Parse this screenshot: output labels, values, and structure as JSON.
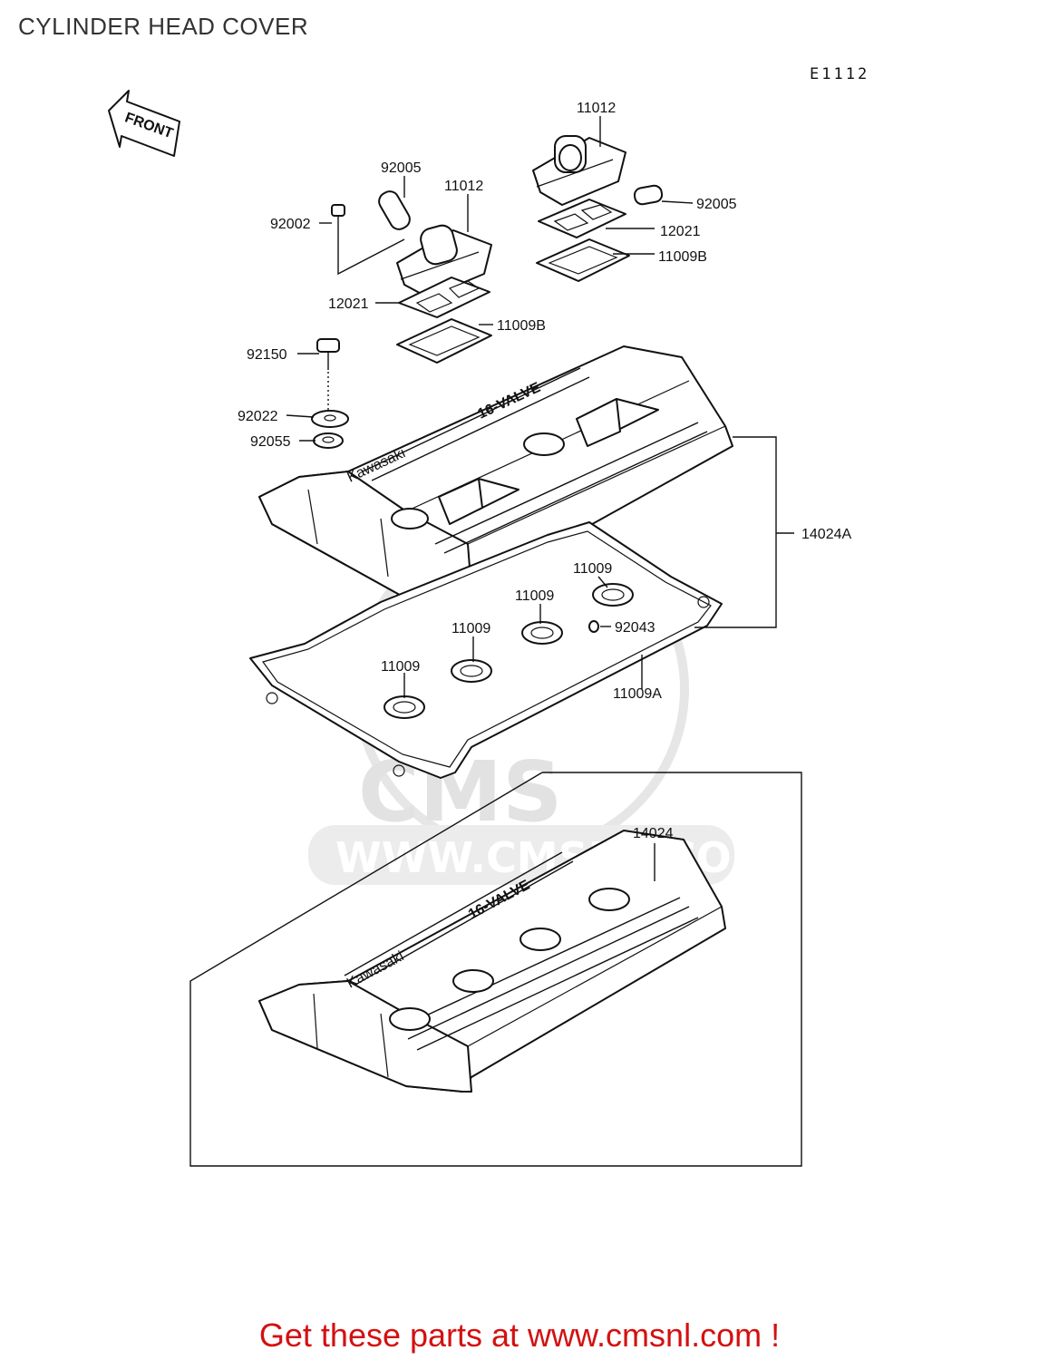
{
  "page": {
    "title": "CYLINDER HEAD COVER",
    "diagram_code": "E1112",
    "promo_text": "Get these parts at www.cmsnl.com !"
  },
  "front_arrow": {
    "label": "FRONT"
  },
  "watermark": {
    "logo_text": "CMS",
    "url_text": "WWW.CMSNL.COM"
  },
  "cover_stamp": {
    "brand": "Kawasaki",
    "model": "16-VALVE"
  },
  "callouts": {
    "p11012_a": "11012",
    "p11012_b": "11012",
    "p92005_a": "92005",
    "p92005_b": "92005",
    "p92002": "92002",
    "p12021_a": "12021",
    "p12021_b": "12021",
    "p11009B_a": "11009B",
    "p11009B_b": "11009B",
    "p92150": "92150",
    "p92022": "92022",
    "p92055": "92055",
    "p14024A": "14024A",
    "p11009_1": "11009",
    "p11009_2": "11009",
    "p11009_3": "11009",
    "p11009_4": "11009",
    "p92043": "92043",
    "p11009A": "11009A",
    "p14024": "14024"
  }
}
